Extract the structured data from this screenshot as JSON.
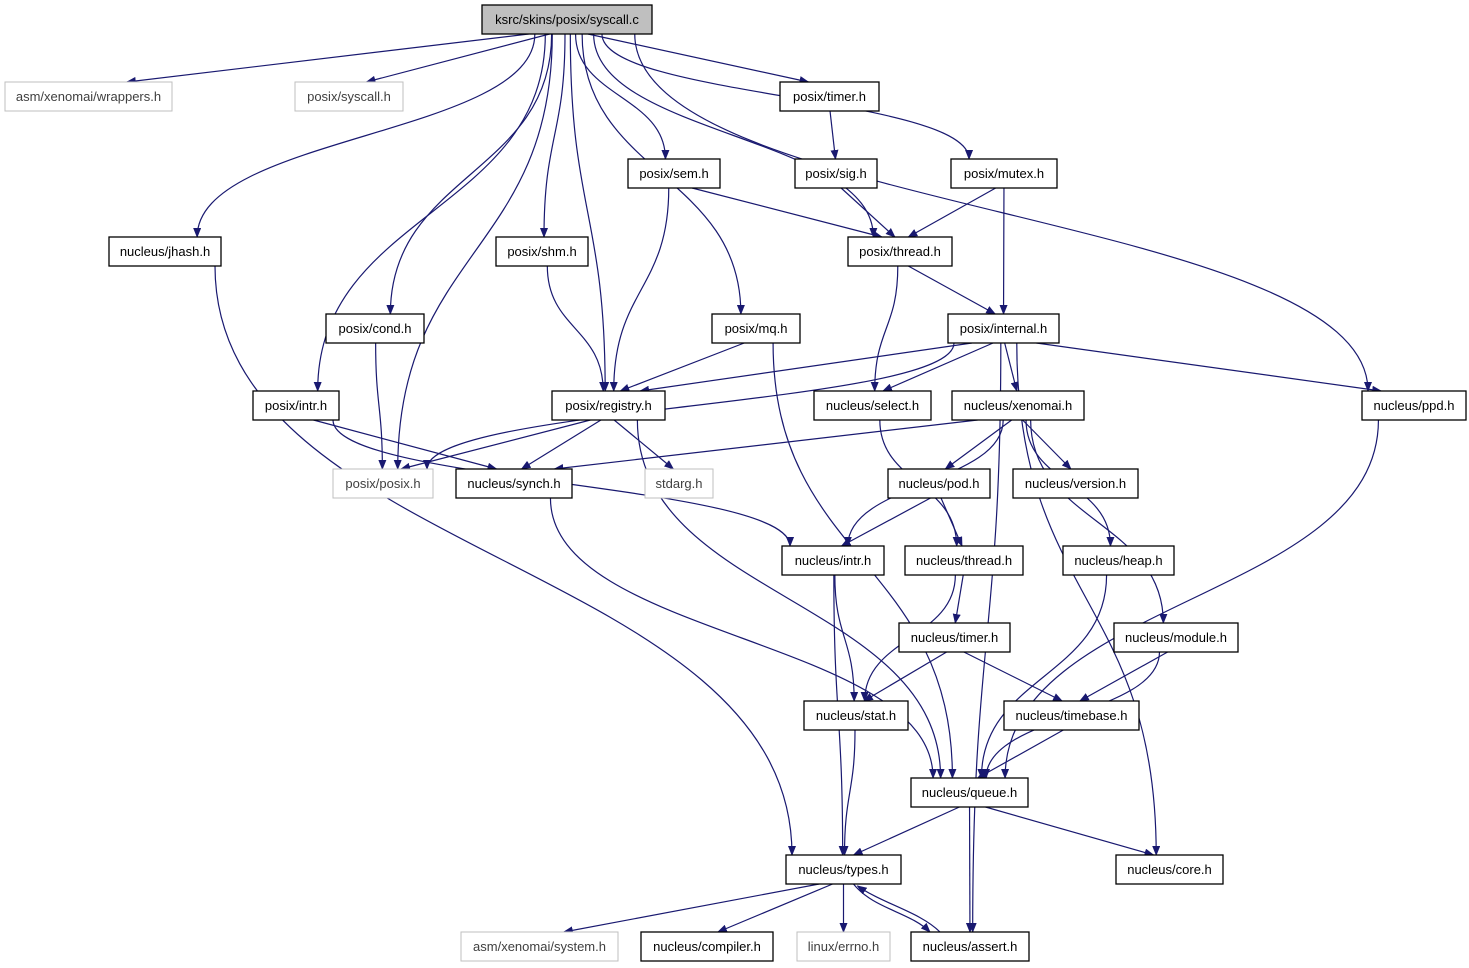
{
  "colors": {
    "edge": "#191970",
    "external_border": "#bfbfbf",
    "root_fill": "#bfbfbf"
  },
  "nodes": [
    {
      "id": "root",
      "label": "ksrc/skins/posix/syscall.c",
      "kind": "root"
    },
    {
      "id": "wrappers",
      "label": "asm/xenomai/wrappers.h",
      "kind": "external"
    },
    {
      "id": "psyscall",
      "label": "posix/syscall.h",
      "kind": "external"
    },
    {
      "id": "ptimer",
      "label": "posix/timer.h",
      "kind": "normal"
    },
    {
      "id": "psem",
      "label": "posix/sem.h",
      "kind": "normal"
    },
    {
      "id": "psig",
      "label": "posix/sig.h",
      "kind": "normal"
    },
    {
      "id": "pmutex",
      "label": "posix/mutex.h",
      "kind": "normal"
    },
    {
      "id": "njhash",
      "label": "nucleus/jhash.h",
      "kind": "normal"
    },
    {
      "id": "pshm",
      "label": "posix/shm.h",
      "kind": "normal"
    },
    {
      "id": "pthread",
      "label": "posix/thread.h",
      "kind": "normal"
    },
    {
      "id": "pcond",
      "label": "posix/cond.h",
      "kind": "normal"
    },
    {
      "id": "pmq",
      "label": "posix/mq.h",
      "kind": "normal"
    },
    {
      "id": "pinternal",
      "label": "posix/internal.h",
      "kind": "normal"
    },
    {
      "id": "pintr",
      "label": "posix/intr.h",
      "kind": "normal"
    },
    {
      "id": "pregistry",
      "label": "posix/registry.h",
      "kind": "normal"
    },
    {
      "id": "nselect",
      "label": "nucleus/select.h",
      "kind": "normal"
    },
    {
      "id": "nxenomai",
      "label": "nucleus/xenomai.h",
      "kind": "normal"
    },
    {
      "id": "nppd",
      "label": "nucleus/ppd.h",
      "kind": "normal"
    },
    {
      "id": "pposix",
      "label": "posix/posix.h",
      "kind": "external"
    },
    {
      "id": "nsynch",
      "label": "nucleus/synch.h",
      "kind": "normal"
    },
    {
      "id": "stdarg",
      "label": "stdarg.h",
      "kind": "external"
    },
    {
      "id": "npod",
      "label": "nucleus/pod.h",
      "kind": "normal"
    },
    {
      "id": "nversion",
      "label": "nucleus/version.h",
      "kind": "normal"
    },
    {
      "id": "nintr",
      "label": "nucleus/intr.h",
      "kind": "normal"
    },
    {
      "id": "nthread",
      "label": "nucleus/thread.h",
      "kind": "normal"
    },
    {
      "id": "nheap",
      "label": "nucleus/heap.h",
      "kind": "normal"
    },
    {
      "id": "ntimer",
      "label": "nucleus/timer.h",
      "kind": "normal"
    },
    {
      "id": "nmodule",
      "label": "nucleus/module.h",
      "kind": "normal"
    },
    {
      "id": "nstat",
      "label": "nucleus/stat.h",
      "kind": "normal"
    },
    {
      "id": "ntimebase",
      "label": "nucleus/timebase.h",
      "kind": "normal"
    },
    {
      "id": "nqueue",
      "label": "nucleus/queue.h",
      "kind": "normal"
    },
    {
      "id": "ntypes",
      "label": "nucleus/types.h",
      "kind": "normal"
    },
    {
      "id": "ncore",
      "label": "nucleus/core.h",
      "kind": "normal"
    },
    {
      "id": "asystem",
      "label": "asm/xenomai/system.h",
      "kind": "external"
    },
    {
      "id": "ncompiler",
      "label": "nucleus/compiler.h",
      "kind": "normal"
    },
    {
      "id": "lerrno",
      "label": "linux/errno.h",
      "kind": "external"
    },
    {
      "id": "nassert",
      "label": "nucleus/assert.h",
      "kind": "normal"
    }
  ],
  "edges": [
    [
      "root",
      "wrappers"
    ],
    [
      "root",
      "psyscall"
    ],
    [
      "root",
      "ptimer"
    ],
    [
      "root",
      "psem"
    ],
    [
      "root",
      "pmutex"
    ],
    [
      "root",
      "njhash"
    ],
    [
      "root",
      "pshm"
    ],
    [
      "root",
      "pthread"
    ],
    [
      "root",
      "pcond"
    ],
    [
      "root",
      "pmq"
    ],
    [
      "root",
      "pintr"
    ],
    [
      "root",
      "pregistry"
    ],
    [
      "root",
      "pposix"
    ],
    [
      "root",
      "nppd"
    ],
    [
      "ptimer",
      "psig"
    ],
    [
      "psig",
      "pthread"
    ],
    [
      "psem",
      "pthread"
    ],
    [
      "psem",
      "pregistry"
    ],
    [
      "pmutex",
      "pthread"
    ],
    [
      "pmutex",
      "pinternal"
    ],
    [
      "pthread",
      "pinternal"
    ],
    [
      "pthread",
      "nselect"
    ],
    [
      "pinternal",
      "pregistry"
    ],
    [
      "pinternal",
      "nselect"
    ],
    [
      "pinternal",
      "nxenomai"
    ],
    [
      "pinternal",
      "nppd"
    ],
    [
      "pinternal",
      "pposix"
    ],
    [
      "pinternal",
      "ncore"
    ],
    [
      "pinternal",
      "nassert"
    ],
    [
      "pshm",
      "pregistry"
    ],
    [
      "pmq",
      "pregistry"
    ],
    [
      "pmq",
      "nqueue"
    ],
    [
      "pcond",
      "pposix"
    ],
    [
      "pintr",
      "nsynch"
    ],
    [
      "pintr",
      "nintr"
    ],
    [
      "pregistry",
      "pposix"
    ],
    [
      "pregistry",
      "nsynch"
    ],
    [
      "pregistry",
      "stdarg"
    ],
    [
      "pregistry",
      "nqueue"
    ],
    [
      "njhash",
      "ntypes"
    ],
    [
      "nxenomai",
      "nsynch"
    ],
    [
      "nxenomai",
      "npod"
    ],
    [
      "nxenomai",
      "nversion"
    ],
    [
      "nxenomai",
      "nintr"
    ],
    [
      "nxenomai",
      "nheap"
    ],
    [
      "nxenomai",
      "nmodule"
    ],
    [
      "npod",
      "nintr"
    ],
    [
      "npod",
      "nthread"
    ],
    [
      "nselect",
      "nthread"
    ],
    [
      "nthread",
      "ntimer"
    ],
    [
      "nthread",
      "nstat"
    ],
    [
      "ntimer",
      "nstat"
    ],
    [
      "ntimer",
      "ntimebase"
    ],
    [
      "nmodule",
      "ntimebase"
    ],
    [
      "nmodule",
      "nqueue"
    ],
    [
      "nheap",
      "nqueue"
    ],
    [
      "nppd",
      "nqueue"
    ],
    [
      "nsynch",
      "nqueue"
    ],
    [
      "nintr",
      "nstat"
    ],
    [
      "nintr",
      "ntypes"
    ],
    [
      "nstat",
      "ntypes"
    ],
    [
      "ntimebase",
      "nqueue"
    ],
    [
      "nqueue",
      "ntypes"
    ],
    [
      "nqueue",
      "ncore"
    ],
    [
      "nqueue",
      "nassert"
    ],
    [
      "ntypes",
      "asystem"
    ],
    [
      "ntypes",
      "ncompiler"
    ],
    [
      "ntypes",
      "lerrno"
    ],
    [
      "ntypes",
      "nassert"
    ],
    [
      "nassert",
      "ntypes"
    ]
  ]
}
